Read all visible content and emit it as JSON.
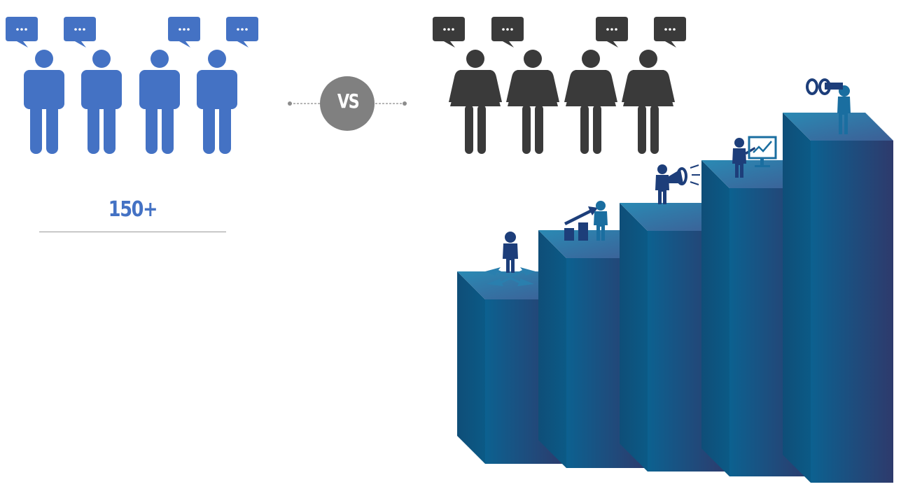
{
  "left_group": {
    "figure": "man",
    "count": 4,
    "color": "#4472c4",
    "bubble_icon": "ellipsis-icon"
  },
  "right_group": {
    "figure": "woman",
    "count": 4,
    "color": "#3a3a3a",
    "bubble_icon": "ellipsis-icon"
  },
  "vs_badge": {
    "label": "VS",
    "color": "#808080"
  },
  "stat": {
    "value": "150+",
    "color": "#4472c4"
  },
  "staircase": {
    "front_color_light": "#0e5f8f",
    "front_color_dark": "#2e3b6e",
    "steps": [
      {
        "icon": "crossroads-arrows-icon"
      },
      {
        "icon": "growth-chart-icon"
      },
      {
        "icon": "megaphone-icon"
      },
      {
        "icon": "presentation-board-icon"
      },
      {
        "icon": "binoculars-icon"
      }
    ]
  }
}
